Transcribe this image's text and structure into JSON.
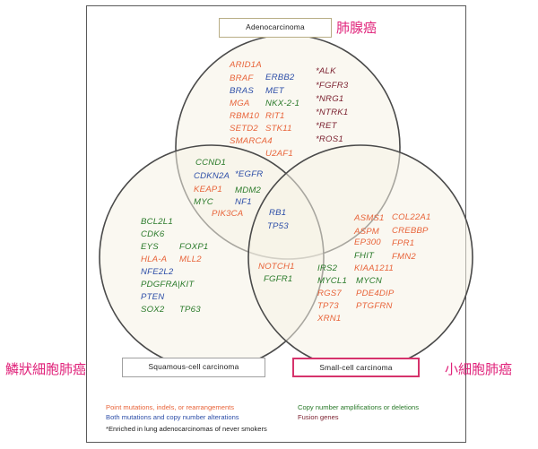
{
  "boxes": {
    "adeno": "Adenocarcinoma",
    "squamous": "Squamous-cell carcinoma",
    "small": "Small-cell carcinoma"
  },
  "chinese": {
    "adeno": "肺腺癌",
    "squamous": "鱗狀細胞肺癌",
    "small": "小細胞肺癌"
  },
  "legend": {
    "point": "Point mutations, indels, or rearrangements",
    "both": "Both mutations and copy number alterations",
    "copy": "Copy number amplifications or deletions",
    "fusion": "Fusion genes",
    "note": "*Enriched in lung adenocarcinomas of never smokers"
  },
  "colors": {
    "point": "#e8643a",
    "both": "#2e4fa8",
    "copy": "#2a7a2a",
    "fusion": "#7a1f2e",
    "circle_fill": "#f5f3e6",
    "highlight": "#d6336c"
  },
  "genes": [
    {
      "name": "ARID1A",
      "type": "point"
    },
    {
      "name": "BRAF",
      "type": "point"
    },
    {
      "name": "BRAS",
      "type": "both"
    },
    {
      "name": "MGA",
      "type": "point"
    },
    {
      "name": "RBM10",
      "type": "point"
    },
    {
      "name": "SETD2",
      "type": "point"
    },
    {
      "name": "SMARCA4",
      "type": "point"
    },
    {
      "name": "ERBB2",
      "type": "both"
    },
    {
      "name": "MET",
      "type": "both"
    },
    {
      "name": "NKX-2-1",
      "type": "copy"
    },
    {
      "name": "RIT1",
      "type": "point"
    },
    {
      "name": "STK11",
      "type": "point"
    },
    {
      "name": "U2AF1",
      "type": "point"
    },
    {
      "name": "*ALK",
      "type": "fusion"
    },
    {
      "name": "*FGFR3",
      "type": "fusion"
    },
    {
      "name": "*NRG1",
      "type": "fusion"
    },
    {
      "name": "*NTRK1",
      "type": "fusion"
    },
    {
      "name": "*RET",
      "type": "fusion"
    },
    {
      "name": "*ROS1",
      "type": "fusion"
    },
    {
      "name": "CCND1",
      "type": "copy"
    },
    {
      "name": "CDKN2A",
      "type": "both"
    },
    {
      "name": "*EGFR",
      "type": "both"
    },
    {
      "name": "KEAP1",
      "type": "point"
    },
    {
      "name": "MDM2",
      "type": "copy"
    },
    {
      "name": "MYC",
      "type": "copy"
    },
    {
      "name": "NF1",
      "type": "both"
    },
    {
      "name": "PIK3CA",
      "type": "point"
    },
    {
      "name": "RB1",
      "type": "both"
    },
    {
      "name": "TP53",
      "type": "both"
    },
    {
      "name": "BCL2L1",
      "type": "copy"
    },
    {
      "name": "CDK6",
      "type": "copy"
    },
    {
      "name": "EYS",
      "type": "copy"
    },
    {
      "name": "FOXP1",
      "type": "copy"
    },
    {
      "name": "HLA-A",
      "type": "point"
    },
    {
      "name": "MLL2",
      "type": "point"
    },
    {
      "name": "NFE2L2",
      "type": "both"
    },
    {
      "name": "PDGFRA|KIT",
      "type": "copy"
    },
    {
      "name": "PTEN",
      "type": "both"
    },
    {
      "name": "SOX2",
      "type": "copy"
    },
    {
      "name": "TP63",
      "type": "copy"
    },
    {
      "name": "NOTCH1",
      "type": "point"
    },
    {
      "name": "FGFR1",
      "type": "copy"
    },
    {
      "name": "ASMS1",
      "type": "point"
    },
    {
      "name": "ASPM",
      "type": "point"
    },
    {
      "name": "EP300",
      "type": "point"
    },
    {
      "name": "FHIT",
      "type": "copy"
    },
    {
      "name": "KIAA1211",
      "type": "point"
    },
    {
      "name": "COL22A1",
      "type": "point"
    },
    {
      "name": "CREBBP",
      "type": "point"
    },
    {
      "name": "FPR1",
      "type": "point"
    },
    {
      "name": "FMN2",
      "type": "point"
    },
    {
      "name": "IRS2",
      "type": "copy"
    },
    {
      "name": "MYCL1",
      "type": "copy"
    },
    {
      "name": "RGS7",
      "type": "point"
    },
    {
      "name": "TP73",
      "type": "point"
    },
    {
      "name": "XRN1",
      "type": "point"
    },
    {
      "name": "MYCN",
      "type": "copy"
    },
    {
      "name": "PDE4DIP",
      "type": "point"
    },
    {
      "name": "PTGFRN",
      "type": "point"
    }
  ]
}
